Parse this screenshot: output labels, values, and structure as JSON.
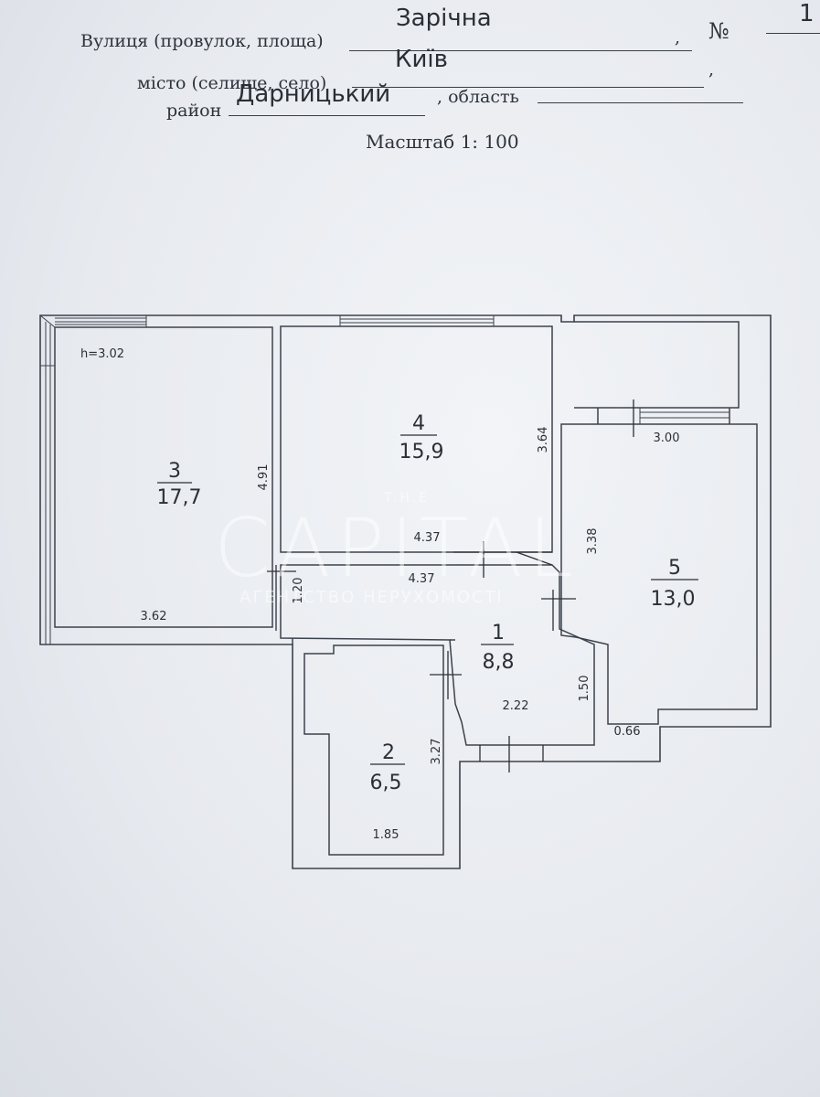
{
  "header": {
    "street_label": "Вулиця (провулок, площа)",
    "street_value": "Зарічна",
    "street_comma": ",",
    "number_label": "№",
    "number_value": "1",
    "city_label": "місто (селище, село)",
    "city_value": "Київ",
    "city_comma": ",",
    "district_label": "район",
    "district_value": "Дарницький",
    "region_label": ", область",
    "scale": "Масштаб 1: 100"
  },
  "plan": {
    "ceiling_height": "h=3.02",
    "rooms": [
      {
        "number": "3",
        "area": "17,7"
      },
      {
        "number": "4",
        "area": "15,9"
      },
      {
        "number": "5",
        "area": "13,0"
      },
      {
        "number": "1",
        "area": "8,8"
      },
      {
        "number": "2",
        "area": "6,5"
      }
    ],
    "dimensions": {
      "room3_height": "4.91",
      "room3_width": "3.62",
      "room4_height": "3.64",
      "room4_width": "4.37",
      "corridor_width": "4.37",
      "corridor_height": "1.20",
      "room5_top": "3.00",
      "room5_height": "3.38",
      "hall_height": "1.50",
      "hall_width": "2.22",
      "offset": "0.66",
      "room2_height": "3.27",
      "room2_width": "1.85"
    }
  },
  "watermark": {
    "the": "T.H.E",
    "brand": "CAPITAL",
    "tagline": "АГЕНТСТВО НЕРУХОМОСТІ"
  }
}
